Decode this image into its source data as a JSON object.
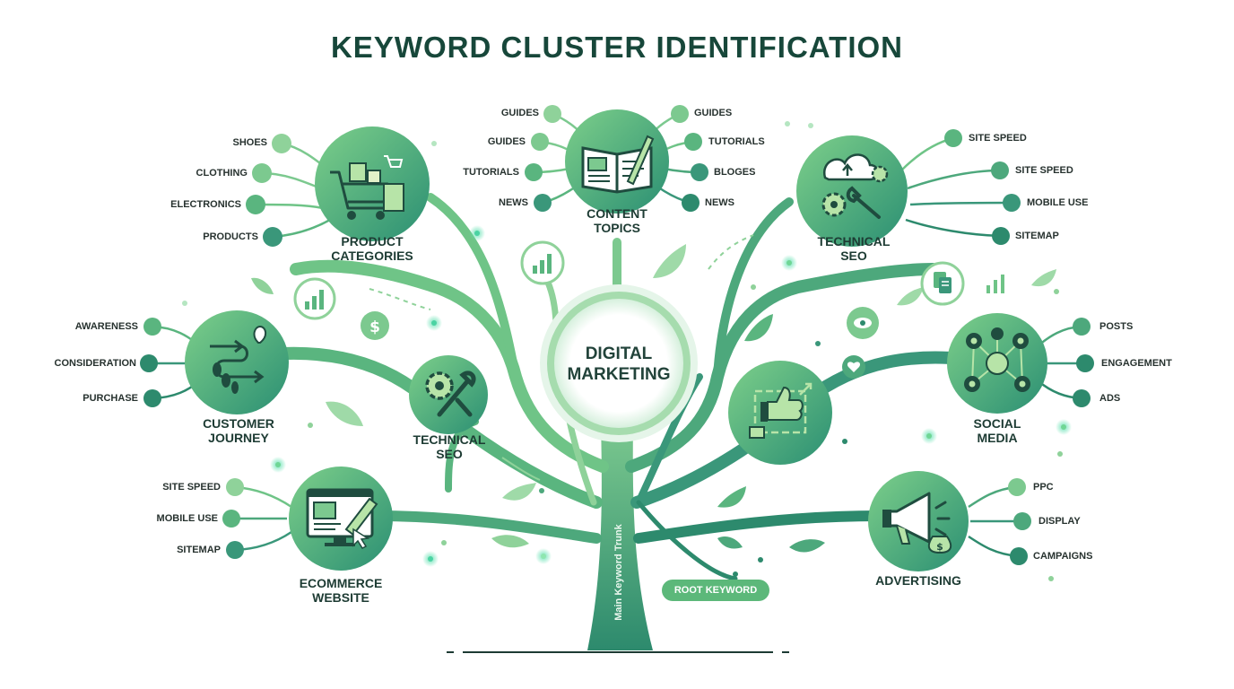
{
  "title": "KEYWORD CLUSTER IDENTIFICATION",
  "center": {
    "line1": "DIGITAL",
    "line2": "MARKETING"
  },
  "trunk_label": "Main Keyword Trunk",
  "root_label": "ROOT KEYWORD",
  "colors": {
    "dark": "#2a7f6a",
    "mid": "#4da87c",
    "light": "#8fd29a",
    "title": "#17473a"
  },
  "clusters": {
    "product": {
      "line1": "PRODUCT",
      "line2": "CATEGORIES",
      "icon": "shopping-cart-icon",
      "leaves": [
        "SHOES",
        "CLOTHING",
        "ELECTRONICS",
        "PRODUCTS"
      ]
    },
    "content": {
      "line1": "CONTENT",
      "line2": "TOPICS",
      "icon": "open-book-icon",
      "left_leaves": [
        "GUIDES",
        "GUIDES",
        "TUTORIALS",
        "NEWS"
      ],
      "right_leaves": [
        "GUIDES",
        "TUTORIALS",
        "BLOGES",
        "NEWS"
      ]
    },
    "tech_top": {
      "line1": "TECHNICAL",
      "line2": "SEO",
      "icon": "cloud-gear-icon",
      "leaves": [
        "SITE SPEED",
        "SITE SPEED",
        "MOBILE USE",
        "SITEMAP"
      ]
    },
    "journey": {
      "line1": "CUSTOMER",
      "line2": "JOURNEY",
      "icon": "journey-path-icon",
      "leaves": [
        "AWARENESS",
        "CONSIDERATION",
        "PURCHASE"
      ]
    },
    "tech_mid": {
      "line1": "TECHNICAL",
      "line2": "SEO",
      "icon": "gear-wrench-icon"
    },
    "social": {
      "line1": "SOCIAL",
      "line2": "MEDIA",
      "icon": "social-network-icon",
      "leaves": [
        "POSTS",
        "ENGAGEMENT",
        "ADS"
      ]
    },
    "ecommerce": {
      "line1": "ECOMMERCE",
      "line2": "WEBSITE",
      "icon": "website-edit-icon",
      "leaves": [
        "SITE SPEED",
        "MOBILE USE",
        "SITEMAP"
      ]
    },
    "advertising": {
      "line1": "ADVERTISING",
      "icon": "megaphone-icon",
      "leaves": [
        "PPC",
        "DISPLAY",
        "CAMPAIGNS"
      ]
    }
  }
}
